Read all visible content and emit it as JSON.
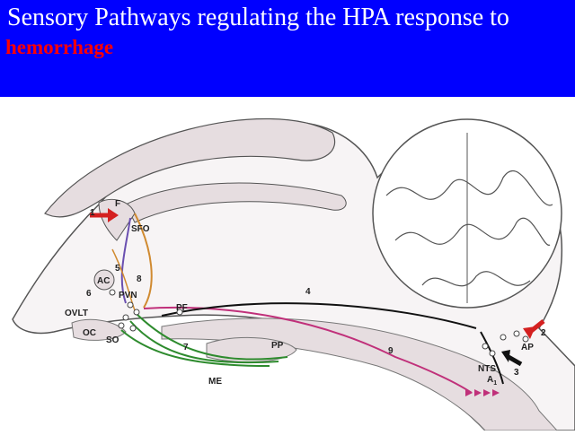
{
  "header": {
    "title_line1": "Sensory Pathways regulating the HPA response to",
    "title_line2": "hemorrhage",
    "background": "#0000ff",
    "title_color": "#ffffff",
    "highlight_color": "#ff0000"
  },
  "diagram": {
    "labels": {
      "F": "F",
      "SFO": "SFO",
      "AC": "AC",
      "OVLT": "OVLT",
      "PVN": "PVN",
      "OC": "OC",
      "SO": "SO",
      "PF": "PF",
      "ME": "ME",
      "PP": "PP",
      "NTS": "NTS",
      "AP": "AP",
      "A1": "A",
      "A1_sub": "1"
    },
    "numbers": [
      "1",
      "2",
      "3",
      "4",
      "5",
      "6",
      "7",
      "8",
      "9"
    ],
    "colors": {
      "tissue": "#e6dde0",
      "outline": "#555555",
      "arrow": "#d42020",
      "green_path": "#2e8b2e",
      "magenta_path": "#c0307a",
      "orange_path": "#d08a30",
      "purple_path": "#6a4fb0",
      "black_path": "#111111"
    }
  }
}
